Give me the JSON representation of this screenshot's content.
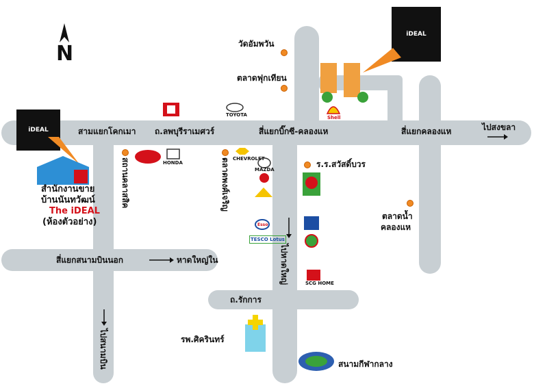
{
  "north": "N",
  "roads": {
    "main_east_west": "ถ.ลพบุรีราเมศวร์",
    "rakkan": "ถ.รักการ"
  },
  "junctions": {
    "sam_yaek_kok_mao": "สามแยกโคกเมา",
    "si_yaek_big_c": "สี่แยกบิ๊กซี-คลองแห",
    "si_yaek_khlong_hae": "สี่แยกคลองแห",
    "si_yaek_airport": "สี่แยกสนามบินนอก"
  },
  "directions": {
    "to_songkhla": "ไปสงขลา",
    "to_hat_yai_center": "หาดใหญ่ใน",
    "to_hat_yai": "ไปหาดใหญ่",
    "to_airport": "ไปสนามบิน"
  },
  "places": {
    "wat": "วัดอัมพวัน",
    "talad_fuktian": "ตลาดฟุกเทียน",
    "school": "ร.ร.สวัสดิ์บวร",
    "floating_market_line1": "ตลาดน้ำ",
    "floating_market_line2": "คลองแห",
    "hospital": "รพ.ศิครินทร์",
    "stadium": "สนามกีฬากลาง",
    "sathan_talat": "สถานคลาสสิค",
    "talat_kaset": "ตลาดพงศ์เจริญ"
  },
  "office": {
    "line1": "สำนักงานขาย",
    "line2": "บ้านนันทวัฒน์",
    "line3": "The iDEAL",
    "line4": "(ห้องตัวอย่าง)"
  },
  "brands": {
    "ideal": "iDEAL",
    "toyota": "TOYOTA",
    "honda": "HONDA",
    "chevrolet": "CHEVROLET",
    "mazda": "MAZDA",
    "esso": "Esso",
    "tesco": "TESCO Lotus",
    "shell": "Shell",
    "scg": "SCG HOME"
  },
  "colors": {
    "road": "#c8cfd3",
    "poi": "#f08a24",
    "ideal_bg": "#111111",
    "building": "#f0a040"
  }
}
